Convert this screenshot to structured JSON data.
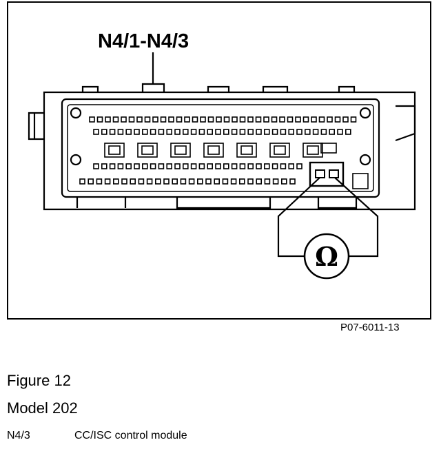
{
  "diagram": {
    "callout_label": "N4/1-N4/3",
    "meter_symbol": "Ω",
    "figure_ref": "P07-6011-13"
  },
  "caption": {
    "figure": "Figure 12",
    "model": "Model 202"
  },
  "legend": [
    {
      "code": "N4/3",
      "description": "CC/ISC control module"
    }
  ],
  "colors": {
    "ink": "#000000",
    "paper": "#ffffff"
  }
}
